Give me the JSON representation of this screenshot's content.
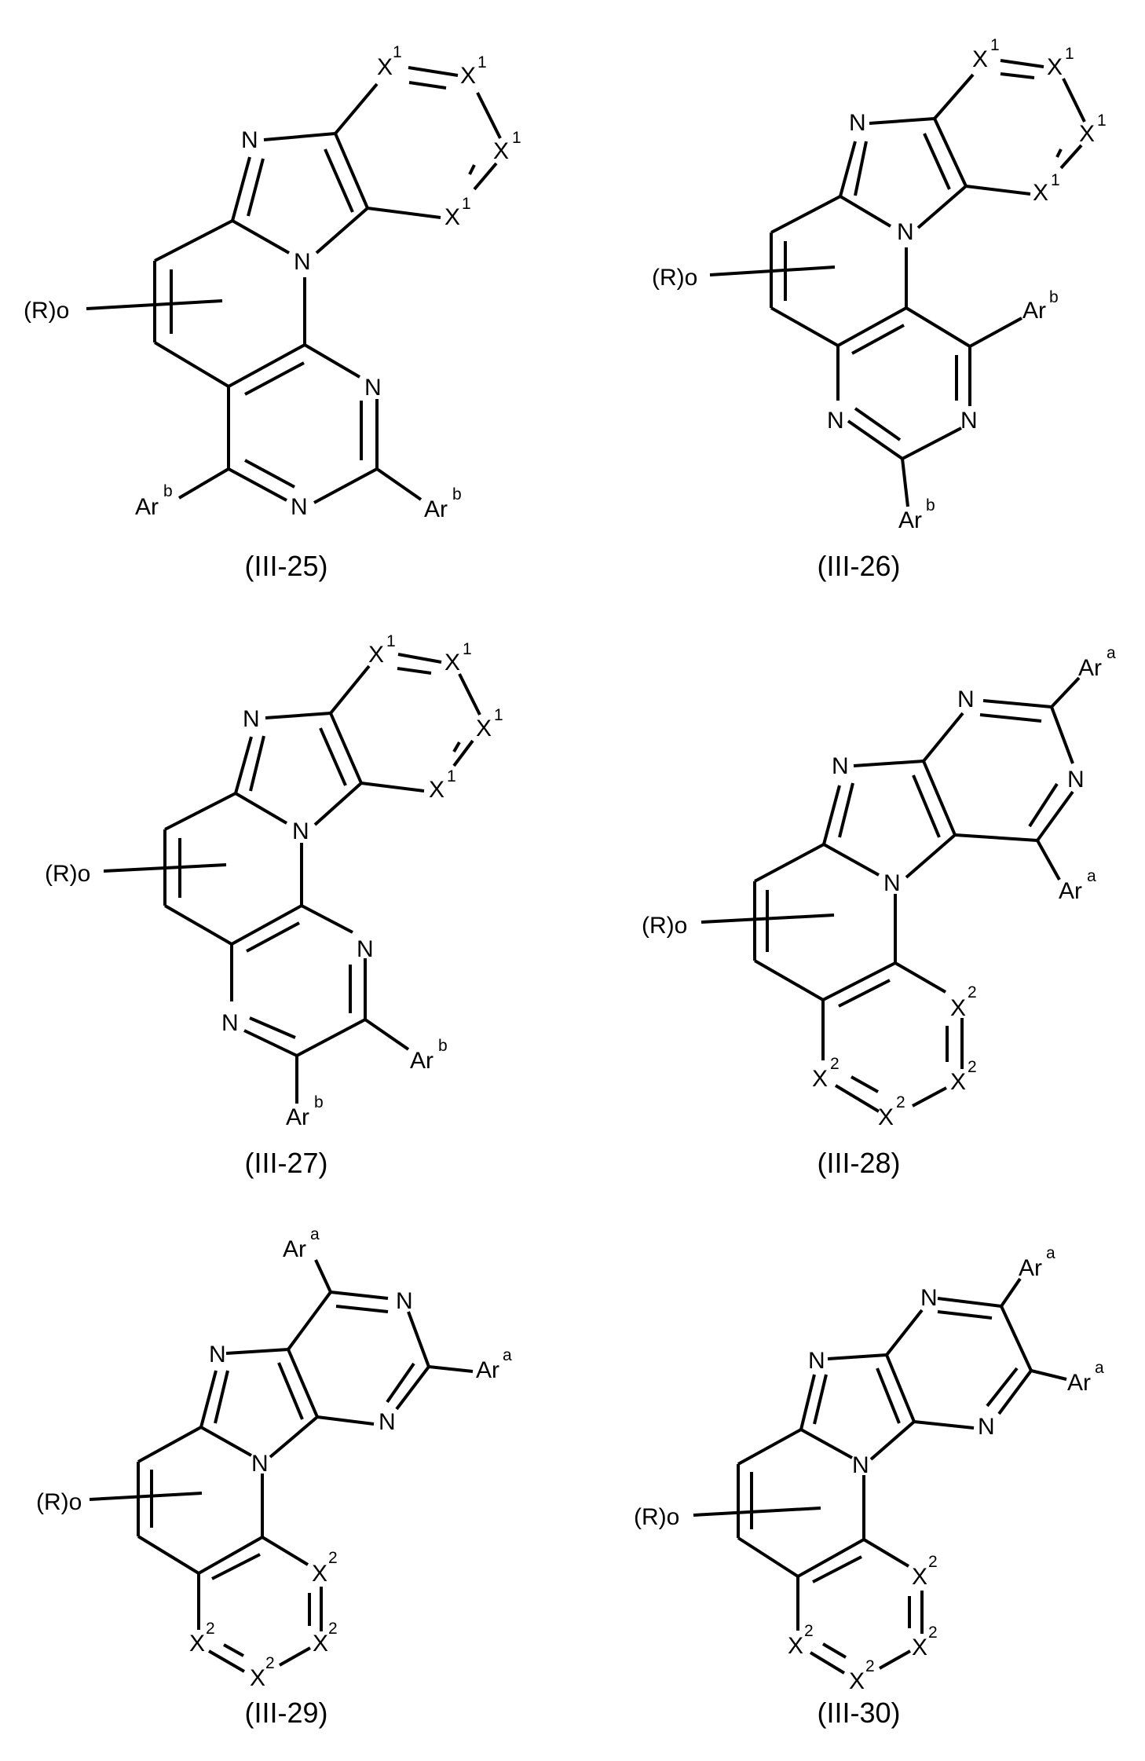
{
  "figure": {
    "structures": [
      {
        "id": "III-25",
        "caption": "(III-25)",
        "substituent_label": "(R)o",
        "aryl_label": "Ar",
        "aryl_superscript": "b",
        "ring_atom_label": "X",
        "ring_atom_superscript": "1",
        "hetero_atom": "N"
      },
      {
        "id": "III-26",
        "caption": "(III-26)",
        "substituent_label": "(R)o",
        "aryl_label": "Ar",
        "aryl_superscript": "b",
        "ring_atom_label": "X",
        "ring_atom_superscript": "1",
        "hetero_atom": "N"
      },
      {
        "id": "III-27",
        "caption": "(III-27)",
        "substituent_label": "(R)o",
        "aryl_label": "Ar",
        "aryl_superscript": "b",
        "ring_atom_label": "X",
        "ring_atom_superscript": "1",
        "hetero_atom": "N"
      },
      {
        "id": "III-28",
        "caption": "(III-28)",
        "substituent_label": "(R)o",
        "aryl_label": "Ar",
        "aryl_superscript": "a",
        "ring_atom_label": "X",
        "ring_atom_superscript": "2",
        "hetero_atom": "N"
      },
      {
        "id": "III-29",
        "caption": "(III-29)",
        "substituent_label": "(R)o",
        "aryl_label": "Ar",
        "aryl_superscript": "a",
        "ring_atom_label": "X",
        "ring_atom_superscript": "2",
        "hetero_atom": "N"
      },
      {
        "id": "III-30",
        "caption": "(III-30)",
        "substituent_label": "(R)o",
        "aryl_label": "Ar",
        "aryl_superscript": "a",
        "ring_atom_label": "X",
        "ring_atom_superscript": "2",
        "hetero_atom": "N"
      }
    ]
  }
}
